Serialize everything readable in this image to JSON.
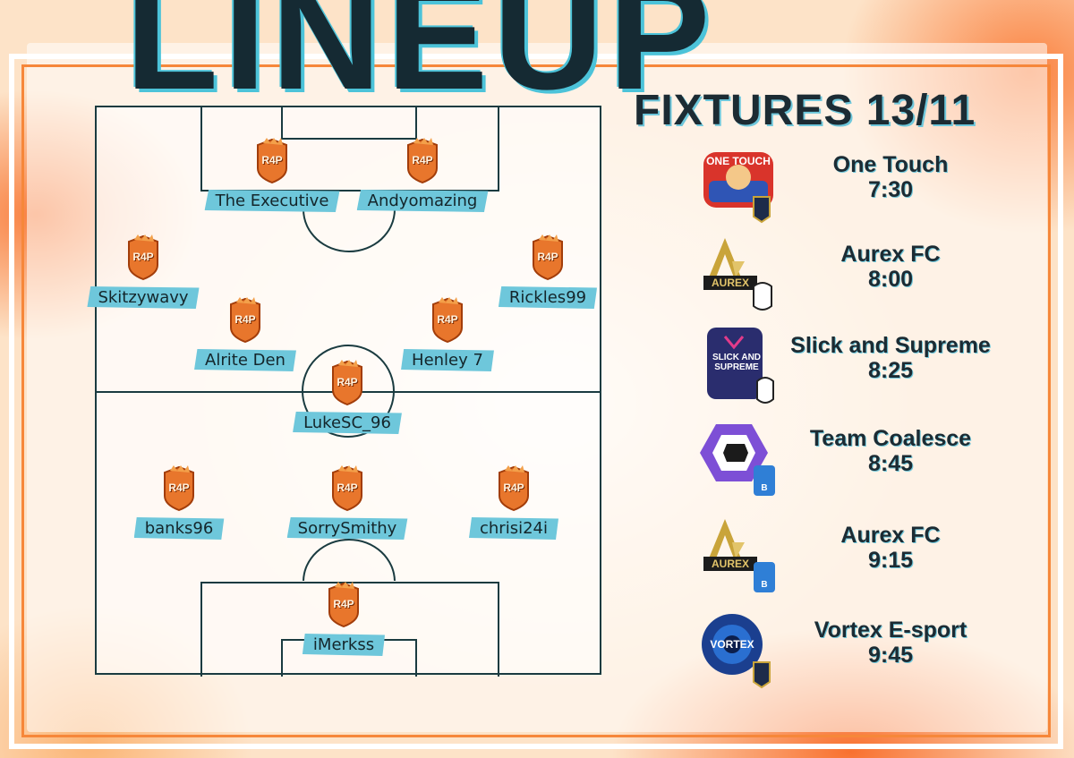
{
  "title": "LINEUP",
  "badge_text": "R4P",
  "players": [
    {
      "name": "The Executive"
    },
    {
      "name": "Andyomazing"
    },
    {
      "name": "Skitzywavy"
    },
    {
      "name": "Rickles99"
    },
    {
      "name": "Alrite Den"
    },
    {
      "name": "Henley 7"
    },
    {
      "name": "LukeSC_96"
    },
    {
      "name": "banks96"
    },
    {
      "name": "SorrySmithy"
    },
    {
      "name": "chrisi24i"
    },
    {
      "name": "iMerkss"
    }
  ],
  "fixtures": {
    "title": "FIXTURES 13/11",
    "items": [
      {
        "team": "One Touch",
        "time": "7:30",
        "logo_text": "ONE TOUCH",
        "logo_color": "#d9342b"
      },
      {
        "team": "Aurex FC",
        "time": "8:00",
        "logo_text": "AUREX",
        "logo_color": "#c9a43a"
      },
      {
        "team": "Slick and Supreme",
        "time": "8:25",
        "logo_text": "SLICK AND SUPREME",
        "logo_color": "#2a2d6e"
      },
      {
        "team": "Team Coalesce",
        "time": "8:45",
        "logo_text": "",
        "logo_color": "#7d4fd6"
      },
      {
        "team": "Aurex FC",
        "time": "9:15",
        "logo_text": "AUREX",
        "logo_color": "#c9a43a"
      },
      {
        "team": "Vortex E-sport",
        "time": "9:45",
        "logo_text": "VORTEX",
        "logo_color": "#2a6fd1"
      }
    ]
  },
  "colors": {
    "accent": "#6ec7db",
    "dark": "#1c2b33",
    "orange": "#f6873a"
  }
}
